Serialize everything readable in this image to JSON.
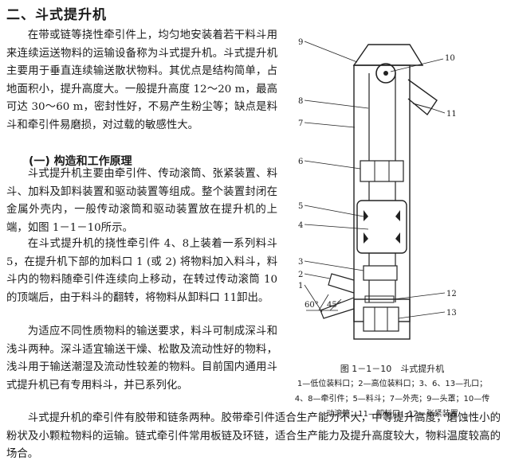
{
  "section_title": "二、斗式提升机",
  "paragraphs": {
    "p1": "在带或链等挠性牵引件上，均匀地安装着若干料斗用来连续运送物料的运输设备称为斗式提升机。斗式提升机主要用于垂直连续输送散状物料。其优点是结构简单，占地面积小，提升高度大。一般提升高度 12～20 m，最高可达 30～60 m，密封性好，不易产生粉尘等；缺点是料斗和牵引件易磨损，对过载的敏感性大。",
    "sub1": "(一) 构造和工作原理",
    "p2": "斗式提升机主要由牵引件、传动滚筒、张紧装置、料斗、加料及卸料装置和驱动装置等组成。整个装置封闭在金属外壳内，一般传动滚筒和驱动装置放在提升机的上端，如图 1－1－10所示。",
    "p3": "在斗式提升机的挠性牵引件 4、8上装着一系列料斗 5，在提升机下部的加料口 1 (或 2) 将物料加入料斗，料斗内的物料随牵引件连续向上移动，在转过传动滚筒 10的顶端后，由于料斗的翻转，将物料从卸料口 11卸出。",
    "p4": "为适应不同性质物料的输送要求，料斗可制成深斗和浅斗两种。深斗适宜输送干燥、松散及流动性好的物料，浅斗用于输送潮湿及流动性较差的物料。目前国内通用斗式提升机已有专用料斗，并已系列化。",
    "p5": "斗式提升机的牵引件有胶带和链条两种。胶带牵引件适合生产能力不大，中等提升高度，磨蚀性小的粉状及小颗粒物料的运输。链式牵引件常用板链及环链，适合生产能力及提升高度较大，物料温度较高的场合。"
  },
  "figure": {
    "caption": "图 1－1－10　斗式提升机",
    "legend_line1": "1—低位装料口；2—高位装料口；3、6、13—孔口；",
    "legend_line2": "4、8—牵引件；5—料斗；7—外壳；9—头罩；10—传",
    "legend_line3": "动滚筒；11—卸料口；12—张紧装置",
    "labels": {
      "n1": "1",
      "n2": "2",
      "n3": "3",
      "n4": "4",
      "n5": "5",
      "n6": "6",
      "n7": "7",
      "n8": "8",
      "n9": "9",
      "n10": "10",
      "n11": "11",
      "n12": "12",
      "n13": "13",
      "angle60": "60°",
      "angle45": "45°"
    }
  }
}
